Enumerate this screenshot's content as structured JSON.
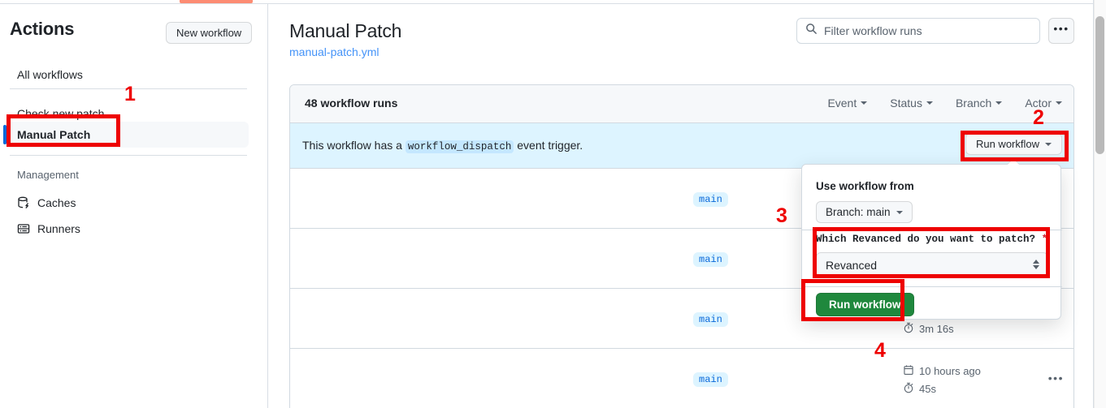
{
  "sidebar": {
    "title": "Actions",
    "new_workflow_label": "New workflow",
    "items": [
      {
        "label": "All workflows",
        "name": "all-workflows"
      },
      {
        "label": "Check new patch",
        "name": "check-new-patch"
      },
      {
        "label": "Manual Patch",
        "name": "manual-patch",
        "active": true
      }
    ],
    "management_title": "Management",
    "management_items": [
      {
        "label": "Caches",
        "icon": "cache-icon"
      },
      {
        "label": "Runners",
        "icon": "runners-icon"
      }
    ]
  },
  "header": {
    "title": "Manual Patch",
    "file_link": "manual-patch.yml"
  },
  "search": {
    "placeholder": "Filter workflow runs",
    "value": "",
    "icon": "search-icon"
  },
  "overflow_menu_label": "•••",
  "runs": {
    "count_label": "48 workflow runs",
    "filters": [
      {
        "label": "Event"
      },
      {
        "label": "Status"
      },
      {
        "label": "Branch"
      },
      {
        "label": "Actor"
      }
    ],
    "banner": {
      "text_before": "This workflow has a",
      "code": "workflow_dispatch",
      "text_after": "event trigger.",
      "run_button_label": "Run workflow"
    },
    "rows": [
      {
        "branch": "main",
        "date": "",
        "duration": ""
      },
      {
        "branch": "main",
        "date": "",
        "duration": ""
      },
      {
        "branch": "main",
        "date": "",
        "duration": "3m 16s"
      },
      {
        "branch": "main",
        "date": "10 hours ago",
        "duration": "45s"
      }
    ]
  },
  "dropdown": {
    "use_workflow_from_label": "Use workflow from",
    "branch_selector_label": "Branch: main",
    "input_label": "Which Revanced do you want to patch?",
    "required_marker": "*",
    "select_value": "Revanced",
    "submit_label": "Run workflow"
  },
  "annotations": [
    {
      "number": "1"
    },
    {
      "number": "2"
    },
    {
      "number": "3"
    },
    {
      "number": "4"
    }
  ],
  "colors": {
    "accent_blue": "#0969da",
    "link_blue": "#4493f8",
    "banner_bg": "#ddf4ff",
    "green": "#1f883d",
    "annotation_red": "#ee0000",
    "orange_tab": "#fd8c73"
  }
}
